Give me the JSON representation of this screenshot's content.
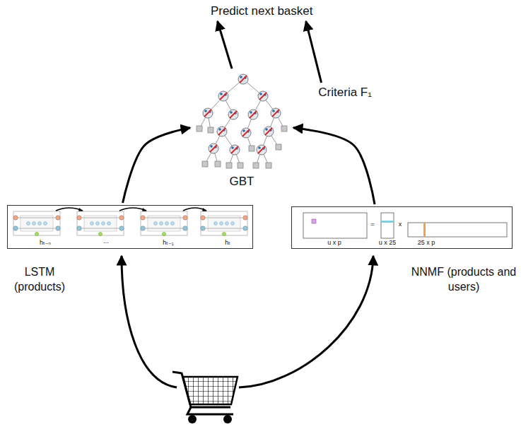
{
  "diagram": {
    "nodes": [
      {
        "text": [
          "Predict next basket"
        ]
      },
      {
        "text": [
          "Criteria F₁"
        ]
      },
      {
        "text": [
          "GBT"
        ]
      },
      {
        "text": [
          "LSTM (products)"
        ]
      },
      {
        "text": [
          "NNMF (products and users)"
        ]
      }
    ],
    "edges": [
      {
        "from": 2,
        "to": 0,
        "arrow": "to"
      },
      {
        "from": 1,
        "to": 0,
        "arrow": "to"
      },
      {
        "from": 3,
        "to": 2,
        "arrow": "to"
      },
      {
        "from": 4,
        "to": 2,
        "arrow": "to"
      }
    ],
    "labels": [
      "hₜ₋ₙ",
      "...",
      "hₜ₋₁",
      "hₜ",
      "u x p",
      "=",
      "u x 25",
      "x",
      "25 x p"
    ]
  }
}
